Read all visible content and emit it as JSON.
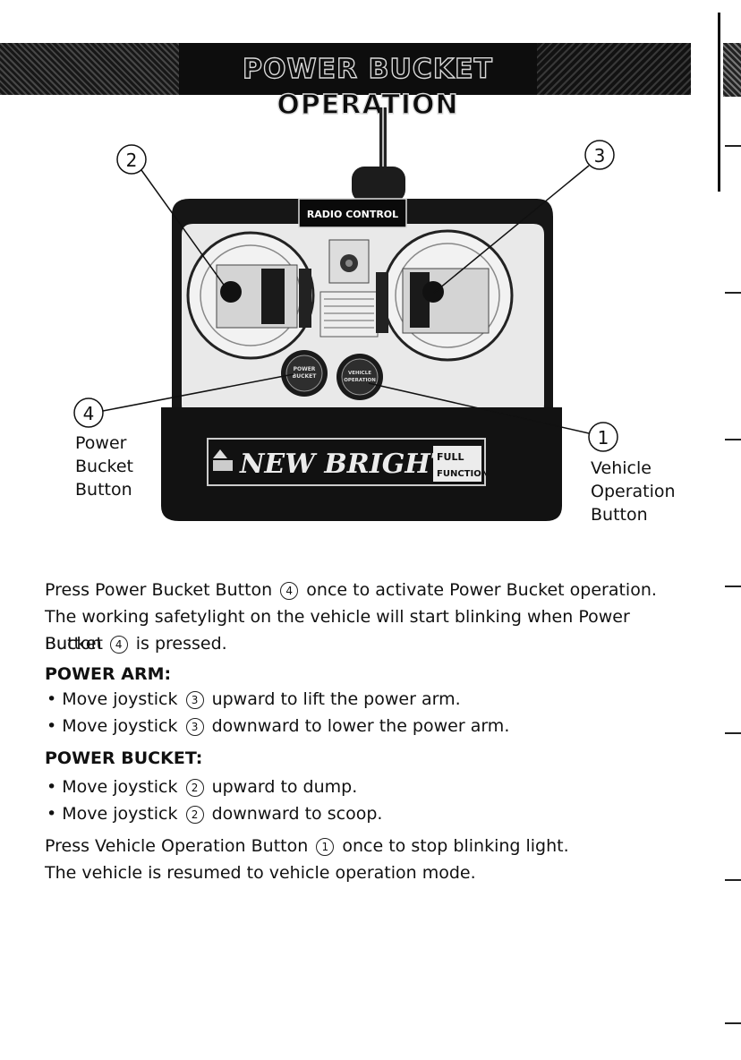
{
  "header": {
    "title": "POWER BUCKET OPERATION"
  },
  "remote": {
    "badge": "RADIO CONTROL",
    "brand": "NEW BRIGHT",
    "brand_suffix_1": "FULL",
    "brand_suffix_2": "FUNCTION",
    "button_left_1": "POWER",
    "button_left_2": "BUCKET",
    "button_right_1": "VEHICLE",
    "button_right_2": "OPERATION"
  },
  "callouts": {
    "c1": {
      "number": "1",
      "line1": "Vehicle",
      "line2": "Operation",
      "line3": "Button"
    },
    "c2": {
      "number": "2"
    },
    "c3": {
      "number": "3"
    },
    "c4": {
      "number": "4",
      "line1": "Power",
      "line2": "Bucket",
      "line3": "Button"
    }
  },
  "body": {
    "p1_a": "Press Power Bucket Button",
    "p1_b": "once to activate Power Bucket operation.",
    "p2": "The working safetylight on the vehicle will start blinking when Power Bucket",
    "p3_a": "Button",
    "p3_b": "is pressed.",
    "power_arm": {
      "heading": "POWER ARM:",
      "items": [
        {
          "a": "Move joystick",
          "num": "3",
          "b": "upward to lift the power arm."
        },
        {
          "a": "Move joystick",
          "num": "3",
          "b": "downward to lower the power arm."
        }
      ]
    },
    "power_bucket": {
      "heading": "POWER BUCKET:",
      "items": [
        {
          "a": "Move joystick",
          "num": "2",
          "b": "upward to dump."
        },
        {
          "a": "Move joystick",
          "num": "2",
          "b": "downward to scoop."
        }
      ]
    },
    "p4_a": "Press Vehicle Operation Button",
    "p4_b": "once to stop blinking light.",
    "p5": "The vehicle is resumed to vehicle operation mode.",
    "bullet_char": "•"
  }
}
